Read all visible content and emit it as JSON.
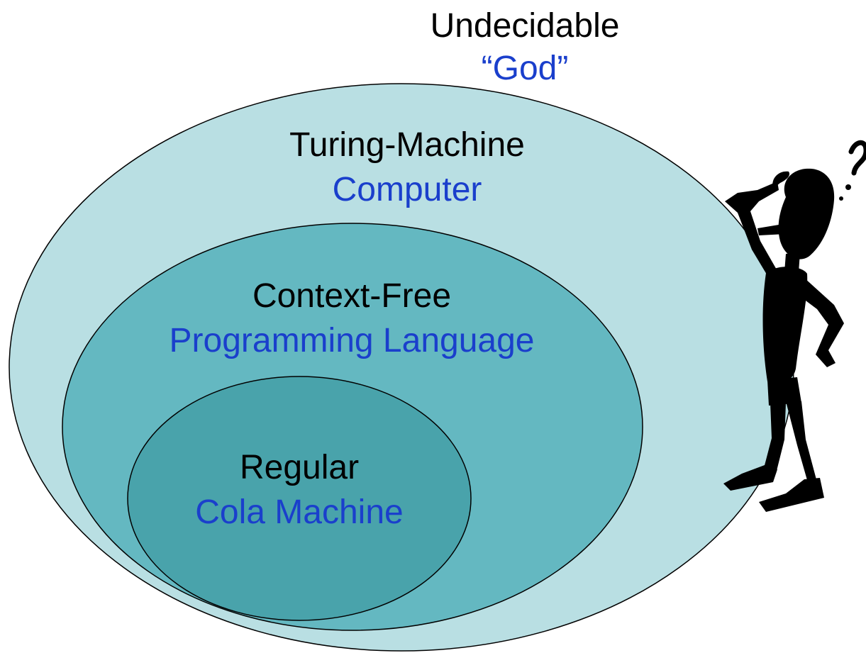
{
  "levels": {
    "undecidable": {
      "title": "Undecidable",
      "example": "“God”"
    },
    "turing": {
      "title": "Turing-Machine",
      "example": "Computer"
    },
    "context_free": {
      "title": "Context-Free",
      "example": "Programming Language"
    },
    "regular": {
      "title": "Regular",
      "example": "Cola Machine"
    }
  },
  "colors": {
    "turing_fill": "#b9dfe3",
    "context_free_fill": "#64b8c1",
    "regular_fill": "#49a3ab",
    "title_text": "#000000",
    "example_text": "#1a3fcc",
    "figure": "#000000"
  },
  "icons": [
    "thinking-man-icon",
    "question-mark-icon"
  ]
}
